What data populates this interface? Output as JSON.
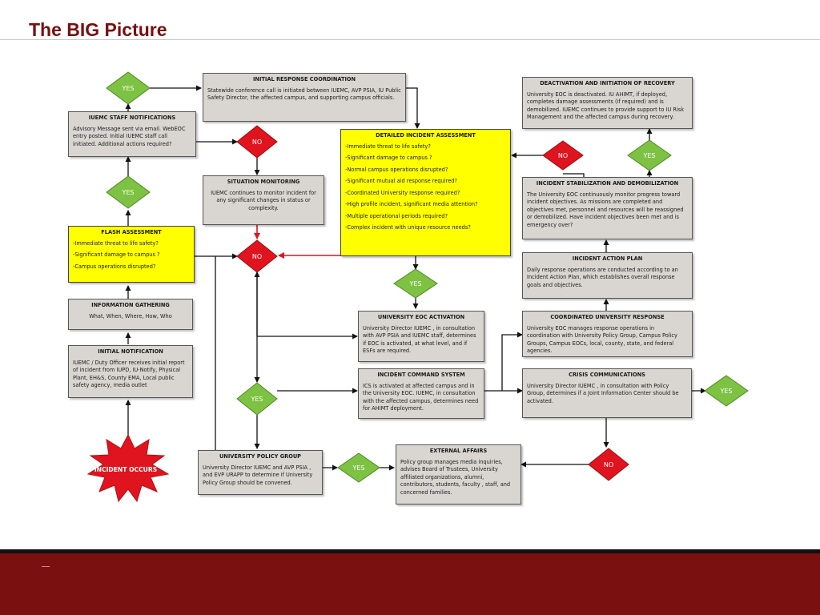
{
  "title": "The BIG Picture",
  "boxes": {
    "initial_response": {
      "title": "INITIAL RESPONSE COORDINATION",
      "body": "Statewide conference call is initiated between IUEMC, AVP PSIA, IU Public Safety Director, the affected campus, and supporting campus officials."
    },
    "staff_notifications": {
      "title": "IUEMC STAFF NOTIFICATIONS",
      "body": "Advisory Message sent via email. WebEOC entry posted. Initial IUEMC staff call initiated. Additional actions required?"
    },
    "situation_monitoring": {
      "title": "SITUATION MONITORING",
      "body": "IUEMC continues to monitor incident for any significant changes in status or complexity."
    },
    "detailed_assessment": {
      "title": "DETAILED INCIDENT ASSESSMENT",
      "items": [
        "-Immediate threat to life safety?",
        "-Significant damage to campus ?",
        "-Normal campus operations disrupted?",
        "-Significant mutual aid response required?",
        "-Coordinated University response required?",
        "-High profile incident, significant media attention?",
        "-Multiple operational periods required?",
        "-Complex incident with unique resource needs?"
      ]
    },
    "flash_assessment": {
      "title": "FLASH ASSESSMENT",
      "items": [
        "-Immediate threat to life safety?",
        "-Significant damage to campus ?",
        "-Campus operations disrupted?"
      ]
    },
    "information_gathering": {
      "title": "INFORMATION GATHERING",
      "body": "What, When, Where, How, Who"
    },
    "initial_notification": {
      "title": "INITIAL NOTIFICATION",
      "body": "IUEMC / Duty Officer receives initial report of incident from IUPD, IU-Notify, Physical Plant, EH&S, County EMA, Local public safety agency, media outlet"
    },
    "deactivation": {
      "title": "DEACTIVATION AND INITIATION OF RECOVERY",
      "body": "University EOC is deactivated. IU AHIMT, if deployed, completes damage assessments (if required) and is demobilized. IUEMC continues to provide support to IU Risk Management and the affected campus during recovery."
    },
    "stabilization": {
      "title": "INCIDENT STABILIZATION AND DEMOBILIZATION",
      "body": "The University EOC continuously monitor progress toward incident objectives. As missions are completed and objectives met, personnel and resources will be reassigned or demobilized. Have incident objectives been met and is emergency over?"
    },
    "action_plan": {
      "title": "INCIDENT ACTION PLAN",
      "body": "Daily response operations are conducted according to an Incident Action Plan, which establishes overall response goals and objectives."
    },
    "coordinated_response": {
      "title": "COORDINATED UNIVERSITY RESPONSE",
      "body": "University EOC manages response operations in coordination with University Policy Group, Campus Policy Groups, Campus EOCs, local, county, state, and federal agencies."
    },
    "eoc_activation": {
      "title": "UNIVERSITY EOC ACTIVATION",
      "body": "University Director IUEMC , in consultation with AVP PSIA and IUEMC staff, determines if EOC is activated, at what level, and if ESFs are required."
    },
    "ics": {
      "title": "INCIDENT COMMAND SYSTEM",
      "body": "ICS is activated at affected campus and in the University EOC. IUEMC, in consultation with the affected campus, determines need for AHIMT deployment."
    },
    "crisis_comms": {
      "title": "CRISIS COMMUNICATIONS",
      "body": "University Director IUEMC , in consultation with Policy Group, determines if a Joint Information Center should be activated."
    },
    "policy_group": {
      "title": "UNIVERSITY POLICY GROUP",
      "body": "University Director IUEMC and AVP PSIA , and EVP URAPP to determine if University Policy Group should be convened."
    },
    "external_affairs": {
      "title": "EXTERNAL AFFAIRS",
      "body": "Policy group manages media inquiries, advises Board of Trustees, University affiliated organizations, alumni, contributors, students, faculty , staff, and concerned families."
    }
  },
  "decisions": {
    "yes_label": "YES",
    "no_label": "NO"
  },
  "start": {
    "label": "INCIDENT OCCURS"
  },
  "colors": {
    "title": "#7a0f0f",
    "footer": "#7b1010",
    "box_fill": "#d9d6d2",
    "highlight_fill": "#ffff00",
    "yes_fill": "#7dc242",
    "no_fill": "#e0141e",
    "start_fill": "#e0141e",
    "connector": "#111111",
    "highlight_connector": "#e0141e"
  }
}
